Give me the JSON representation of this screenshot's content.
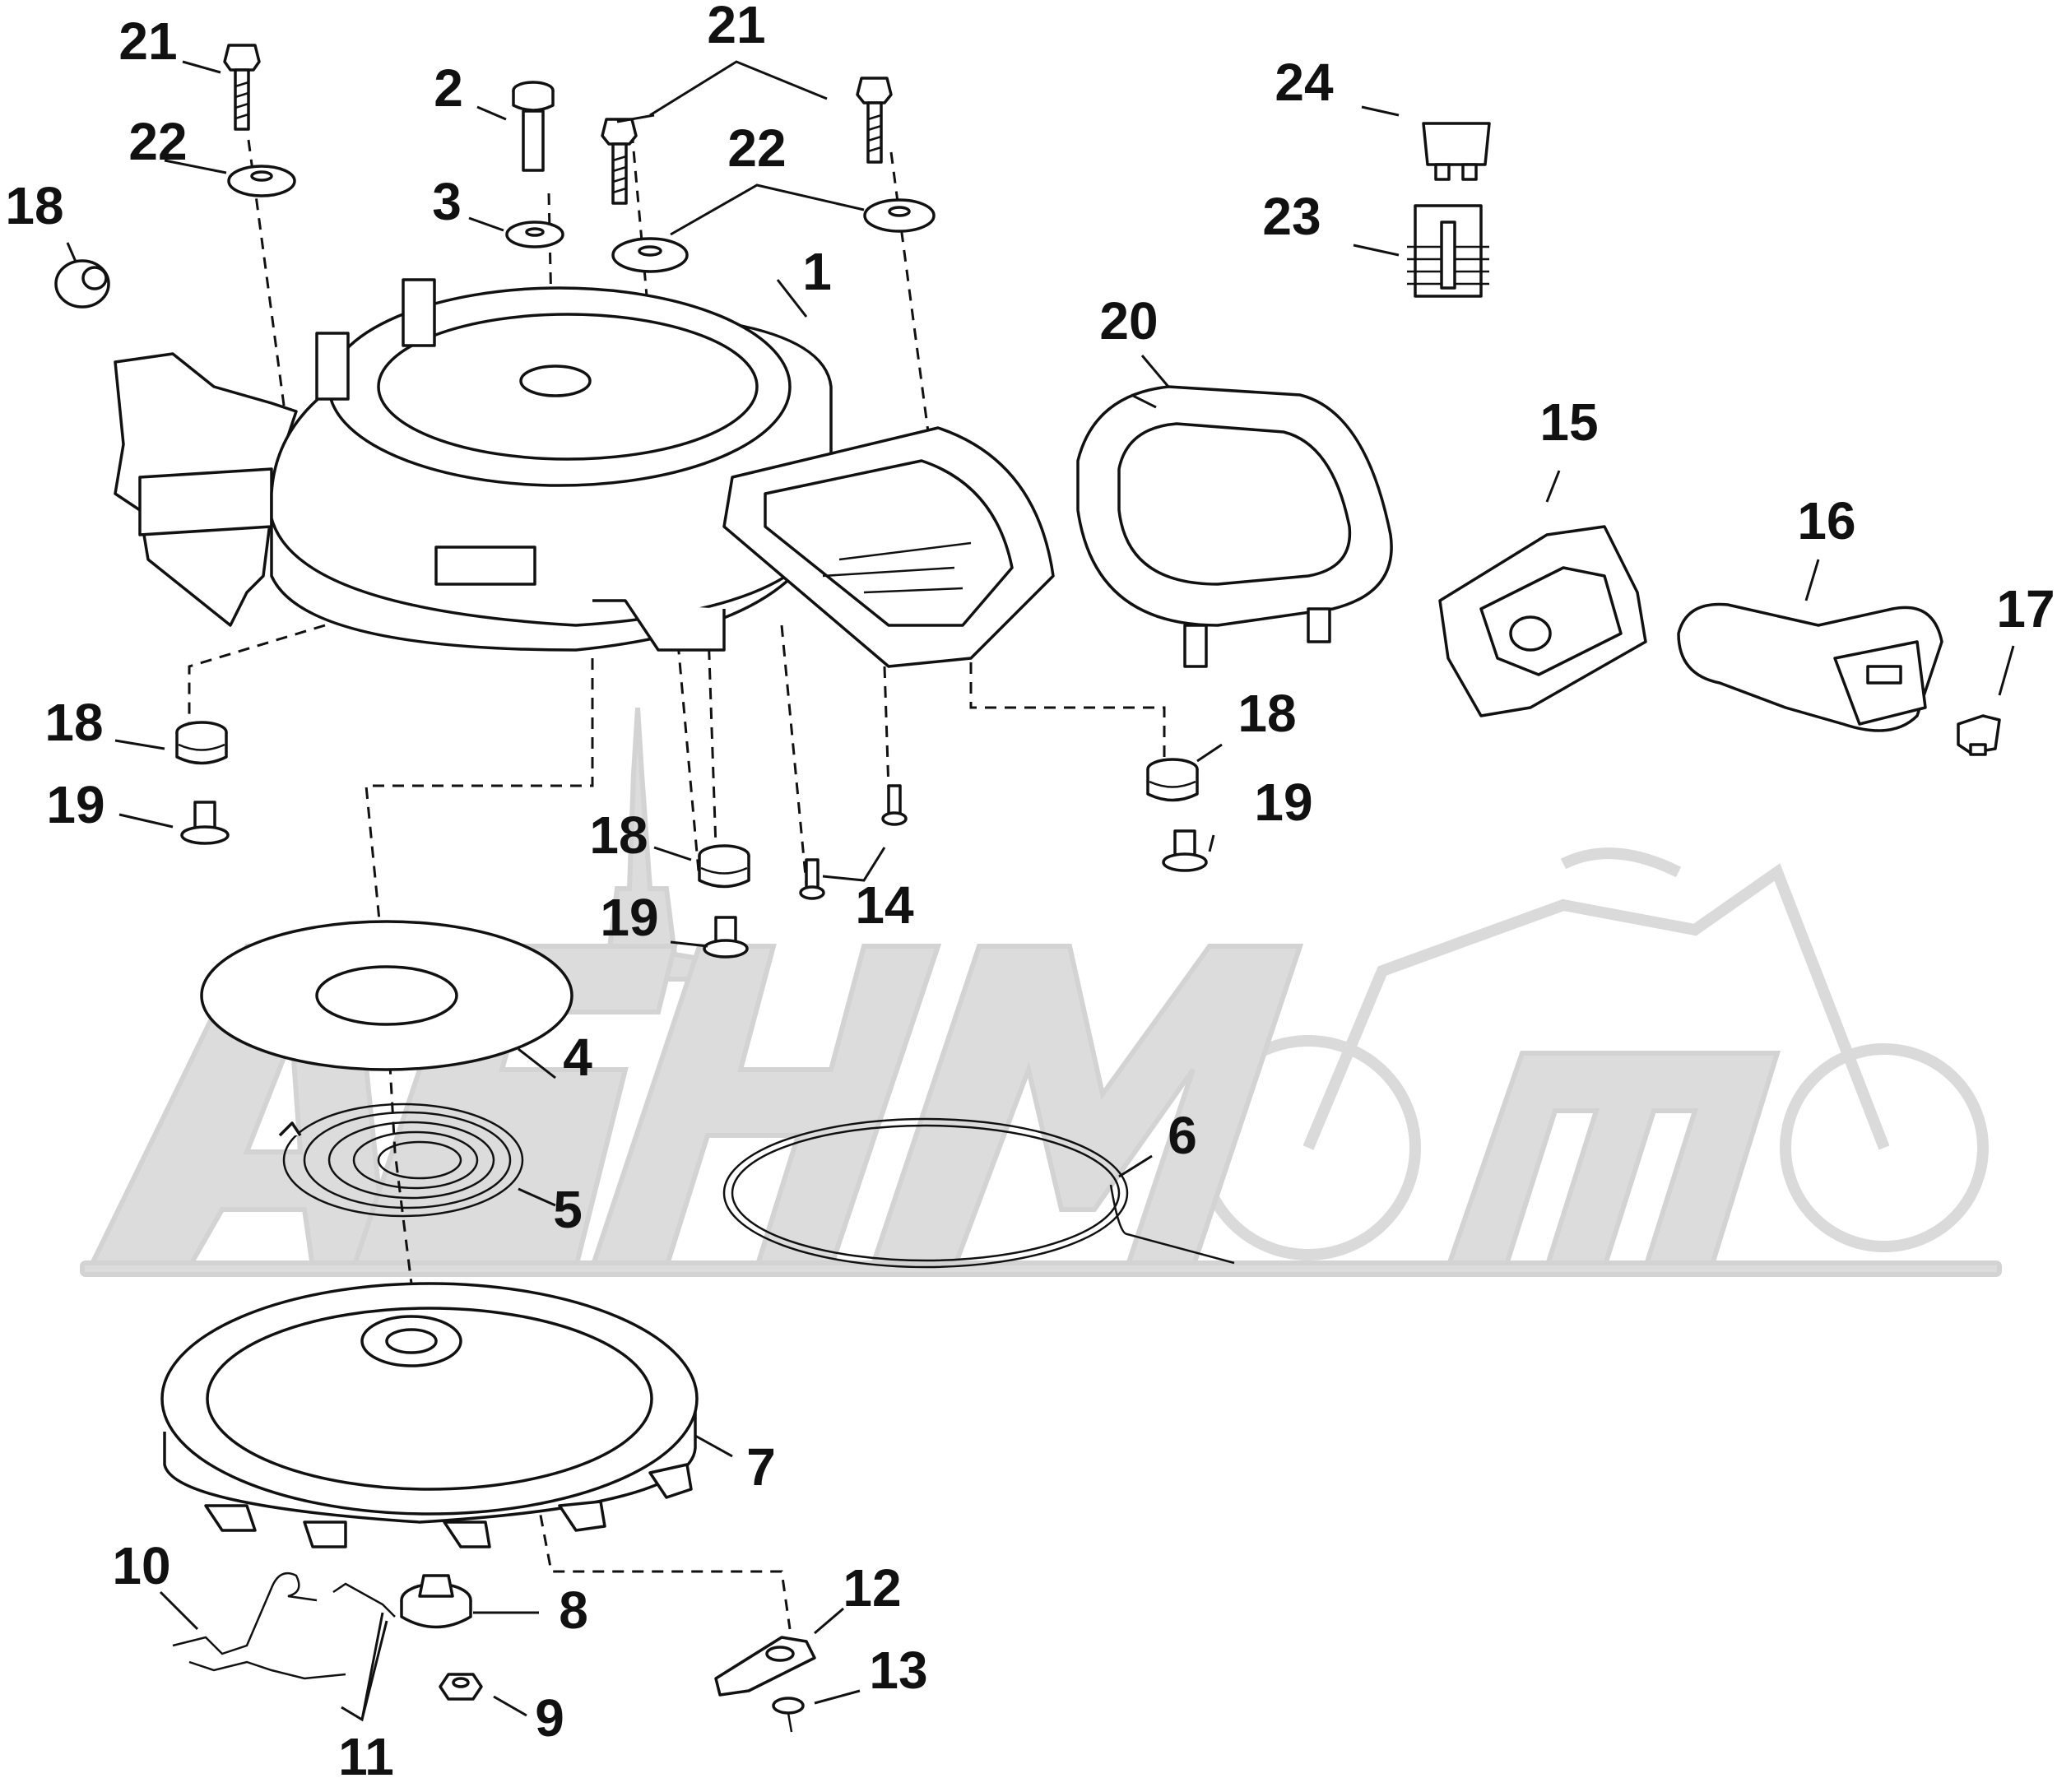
{
  "callouts": [
    "21",
    "2",
    "21",
    "24",
    "22",
    "22",
    "3",
    "22",
    "23",
    "18",
    "1",
    "20",
    "15",
    "16",
    "17",
    "18",
    "18",
    "19",
    "19",
    "18",
    "14",
    "19",
    "4",
    "6",
    "5",
    "7",
    "10",
    "12",
    "8",
    "13",
    "11",
    "9"
  ],
  "colors": {
    "line": "#111111",
    "watermark": "#d9d9d9",
    "background": "#ffffff"
  }
}
